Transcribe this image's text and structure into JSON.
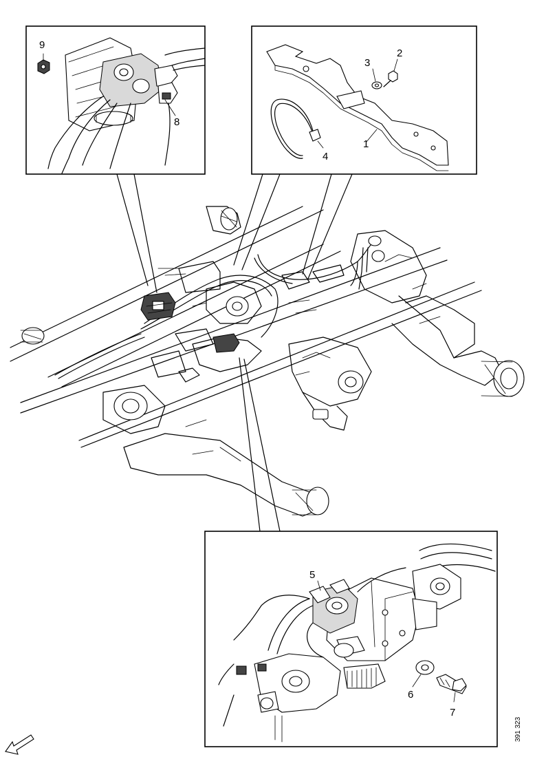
{
  "diagram": {
    "callouts": [
      "1",
      "2",
      "3",
      "4",
      "5",
      "6",
      "7",
      "8",
      "9"
    ],
    "reference_code": "391 323",
    "icons": {
      "direction_arrow": "arrow-forward-icon"
    }
  }
}
